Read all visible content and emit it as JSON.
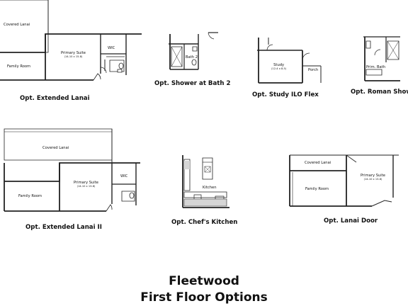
{
  "sheet": {
    "title_line1": "Fleetwood",
    "title_line2": "First Floor Options"
  },
  "options": {
    "extended_lanai": {
      "caption": "Opt. Extended Lanai",
      "rooms": {
        "covered_lanai": "Covered Lanai",
        "family_room": "Family Room",
        "primary_suite": "Primary Suite",
        "primary_suite_dims": "(14-10 x 15-8)",
        "wic": "WIC"
      }
    },
    "shower_bath2": {
      "caption": "Opt. Shower at Bath 2",
      "rooms": {
        "bath2": "Bath 2"
      }
    },
    "study_flex": {
      "caption": "Opt. Study ILO Flex",
      "rooms": {
        "study": "Study",
        "study_dims": "(12-4 x 8-5)",
        "porch": "Porch"
      }
    },
    "roman_shower": {
      "caption": "Opt. Roman Show",
      "rooms": {
        "prim_bath": "Prim. Bath"
      }
    },
    "extended_lanai_2": {
      "caption": "Opt. Extended Lanai II",
      "rooms": {
        "covered_lanai": "Covered Lanai",
        "family_room": "Family Room",
        "primary_suite": "Primary Suite",
        "primary_suite_dims": "(14-10 x 13-8)",
        "wic": "WIC"
      }
    },
    "chefs_kitchen": {
      "caption": "Opt. Chef's Kitchen",
      "rooms": {
        "kitchen": "Kitchen"
      }
    },
    "lanai_door": {
      "caption": "Opt. Lanai Door",
      "rooms": {
        "covered_lanai": "Covered Lanai",
        "family_room": "Family Room",
        "primary_suite": "Primary Suite",
        "primary_suite_dims": "(14-10 x 13-8)"
      }
    }
  }
}
